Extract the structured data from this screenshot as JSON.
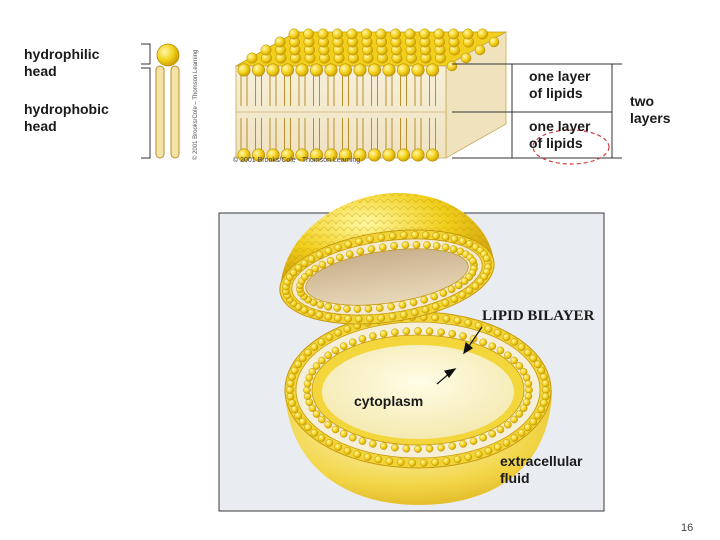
{
  "top_figure": {
    "hydrophilic_label": "hydrophilic\nhead",
    "hydrophobic_label": "hydrophobic\nhead",
    "layer1_label": "one layer\nof lipids",
    "layer2_label": "one layer\nof lipids",
    "bilayer_label": "two\nlayers",
    "credit_horizontal": "© 2001 Brooks/Cole - Thomson Learning",
    "credit_vertical": "© 2001 Brooks/Cole – Thomson Learning"
  },
  "bottom_figure": {
    "bilayer_label": "LIPID BILAYER",
    "cytoplasm_label": "cytoplasm",
    "extracellular_label": "extracellular\nfluid"
  },
  "page_number": "16",
  "colors": {
    "head_yellow": "#f3d21a",
    "tail_cream": "#f4ecd6",
    "panel_bg": "#e9ecf1",
    "dashed_circle": "#d04040"
  }
}
